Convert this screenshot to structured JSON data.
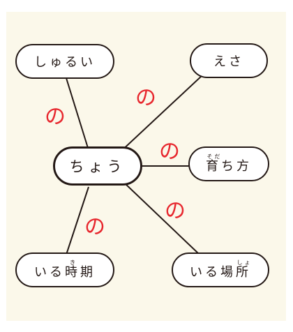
{
  "colors": {
    "panel_background": "#fbf8ea",
    "node_border": "#231815",
    "particle_red": "#e7272e"
  },
  "center_node": {
    "label": "ちょう"
  },
  "nodes": {
    "shurui": {
      "label": "しゅるい"
    },
    "esa": {
      "label": "えさ"
    },
    "sodachikata": {
      "kanji": "育",
      "reading": "そだ",
      "rest": "ち方"
    },
    "iru_jiki": {
      "prefix": "いる",
      "kanji": "時",
      "reading": "き",
      "rest": "期"
    },
    "iru_basho": {
      "prefix": "いる場",
      "kanji": "所",
      "reading": "しょ"
    }
  },
  "connector_labels": {
    "shurui": "の",
    "esa": "の",
    "sodachikata": "の",
    "iru_basho": "の",
    "iru_jiki": "の"
  }
}
